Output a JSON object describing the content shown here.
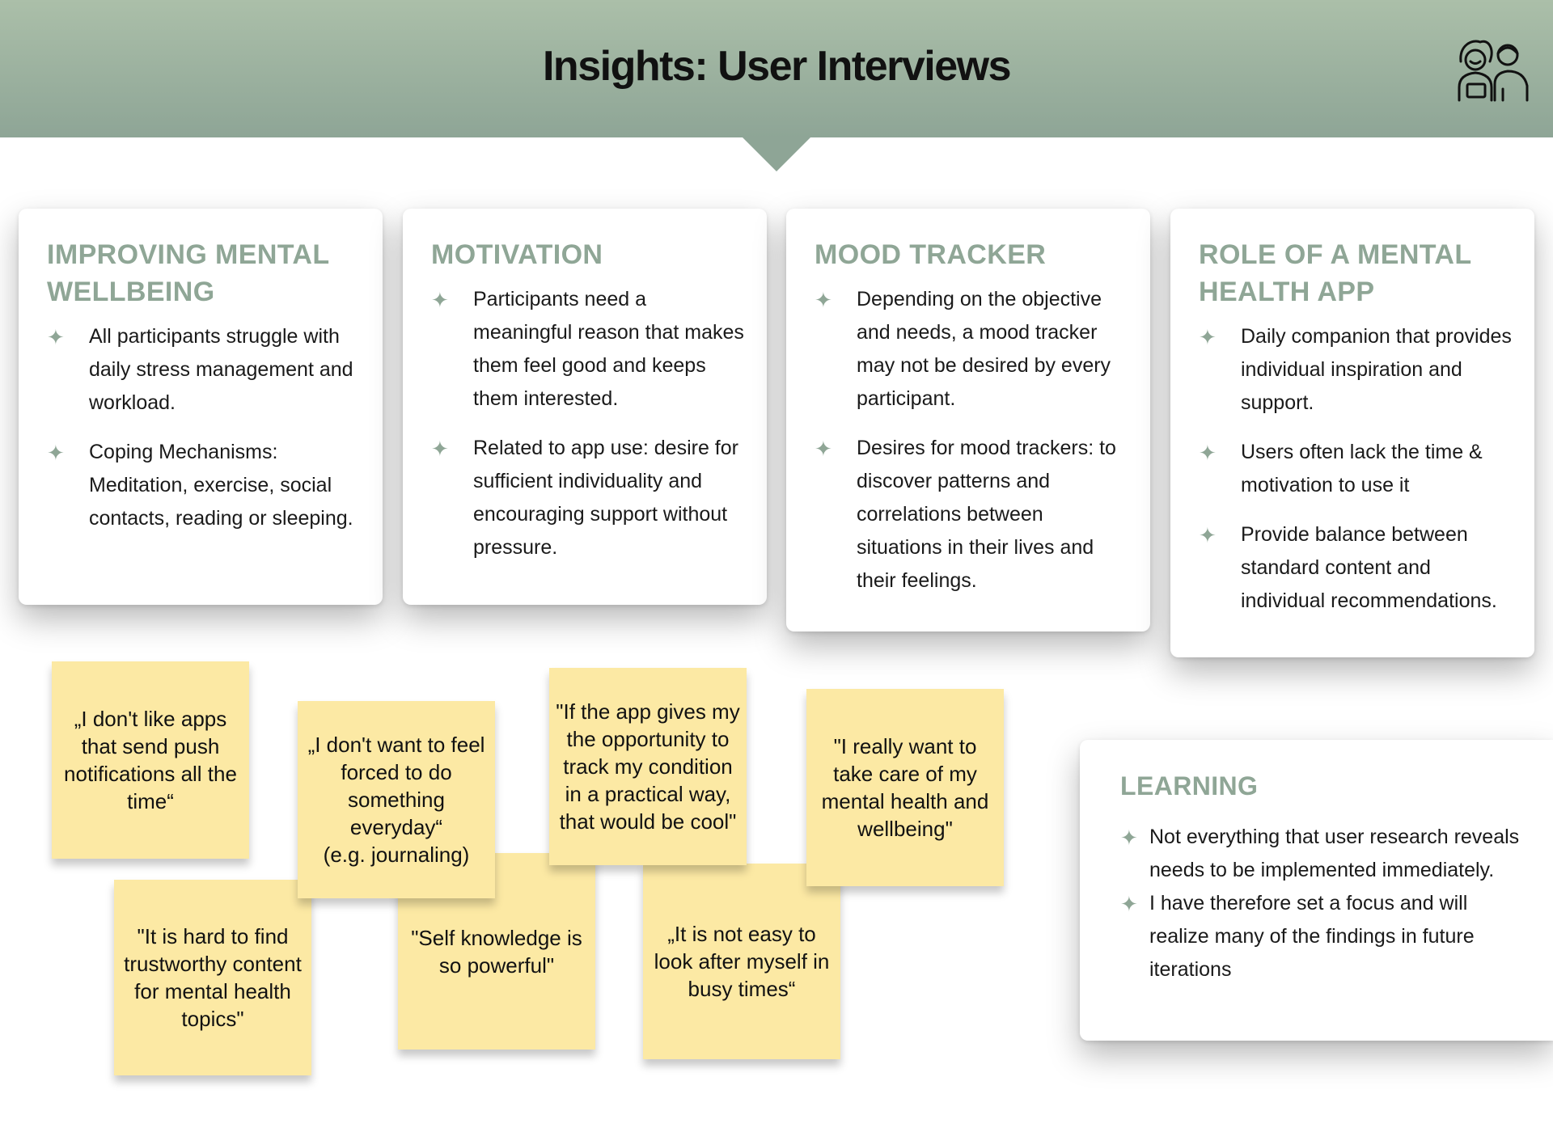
{
  "header": {
    "title": "Insights: User Interviews",
    "icon": "user-interview-icon",
    "colors": {
      "header_top": "#abbfa9",
      "header_bottom": "#8ea596",
      "accent": "#8fa696",
      "sticky": "#fce9a4"
    }
  },
  "cards": [
    {
      "title": "IMPROVING MENTAL WELLBEING",
      "bullets": [
        "All participants struggle with daily stress management and workload.",
        "Coping Mechanisms: Meditation, exercise, social contacts, reading or sleeping."
      ]
    },
    {
      "title": "MOTIVATION",
      "bullets": [
        "Participants need a meaningful reason that makes them feel good and keeps them interested.",
        "Related to app use: desire for sufficient individuality and encouraging support without pressure."
      ]
    },
    {
      "title": "MOOD TRACKER",
      "bullets": [
        "Depending on the objective and needs, a mood tracker may not be desired by every participant.",
        "Desires for mood trackers: to discover patterns and correlations between situations in their lives and their feelings."
      ]
    },
    {
      "title": "ROLE OF A MENTAL HEALTH APP",
      "bullets": [
        "Daily companion that provides individual inspiration and support.",
        "Users often lack the time & motivation to use it",
        "Provide balance between standard content and individual recommendations."
      ]
    }
  ],
  "learning": {
    "title": "LEARNING",
    "bullets": [
      "Not everything that user research reveals needs to be implemented immediately.",
      "I have therefore set a focus and will realize many of the findings in future iterations"
    ]
  },
  "sticky_notes": [
    "„I don't like apps that send push notifications all the time“",
    "„I don't want to feel forced to do something everyday“\n(e.g. journaling)",
    "\"If the app gives my the opportunity to track my condition in a practical way, that would be cool\"",
    "\"I really want to take care of my mental health and wellbeing\"",
    "\"It is hard to find trustworthy content for mental health topics\"",
    "\"Self knowledge is so powerful\"",
    "„It is not easy to look after myself in busy times“"
  ]
}
